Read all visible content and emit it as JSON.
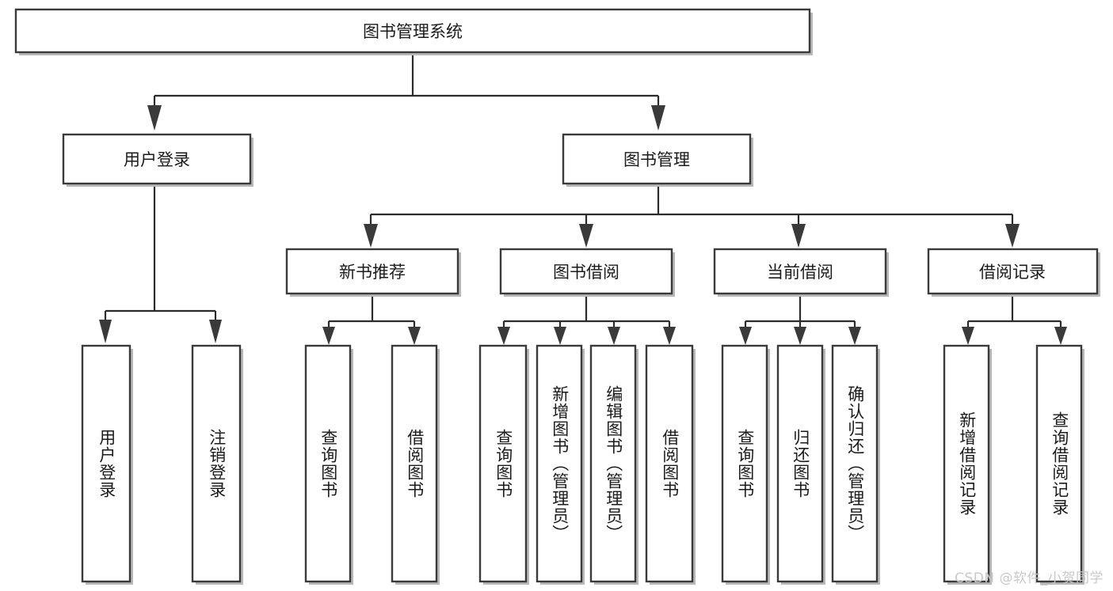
{
  "diagram": {
    "type": "tree",
    "orientation": "top-down",
    "root": "图书管理系统",
    "colors": {
      "box_fill": "#ffffff",
      "box_stroke": "#3a3a3a",
      "connector": "#2b2b2b",
      "text": "#1b1b1b",
      "watermark": "#c9c9c9",
      "background": "#ffffff"
    },
    "levels": [
      {
        "level": 0,
        "nodes": [
          {
            "id": "root",
            "label": "图书管理系统",
            "orientation": "horizontal"
          }
        ]
      },
      {
        "level": 1,
        "nodes": [
          {
            "id": "login",
            "label": "用户登录",
            "orientation": "horizontal",
            "parent": "root"
          },
          {
            "id": "bookmgmt",
            "label": "图书管理",
            "orientation": "horizontal",
            "parent": "root"
          }
        ]
      },
      {
        "level": 2,
        "nodes": [
          {
            "id": "newbook",
            "label": "新书推荐",
            "orientation": "horizontal",
            "parent": "bookmgmt"
          },
          {
            "id": "borrow",
            "label": "图书借阅",
            "orientation": "horizontal",
            "parent": "bookmgmt"
          },
          {
            "id": "current",
            "label": "当前借阅",
            "orientation": "horizontal",
            "parent": "bookmgmt"
          },
          {
            "id": "records",
            "label": "借阅记录",
            "orientation": "horizontal",
            "parent": "bookmgmt"
          }
        ]
      },
      {
        "level": 3,
        "nodes": [
          {
            "id": "leaf1",
            "label": "用户登录",
            "orientation": "vertical",
            "parent": "login"
          },
          {
            "id": "leaf2",
            "label": "注销登录",
            "orientation": "vertical",
            "parent": "login"
          },
          {
            "id": "leaf3",
            "label": "查询图书",
            "orientation": "vertical",
            "parent": "newbook"
          },
          {
            "id": "leaf4",
            "label": "借阅图书",
            "orientation": "vertical",
            "parent": "newbook"
          },
          {
            "id": "leaf5",
            "label": "查询图书",
            "orientation": "vertical",
            "parent": "borrow"
          },
          {
            "id": "leaf6",
            "label": "新增图书（管理员）",
            "orientation": "vertical",
            "parent": "borrow"
          },
          {
            "id": "leaf7",
            "label": "编辑图书（管理员）",
            "orientation": "vertical",
            "parent": "borrow"
          },
          {
            "id": "leaf8",
            "label": "借阅图书",
            "orientation": "vertical",
            "parent": "borrow"
          },
          {
            "id": "leaf9",
            "label": "查询图书",
            "orientation": "vertical",
            "parent": "current"
          },
          {
            "id": "leaf10",
            "label": "归还图书",
            "orientation": "vertical",
            "parent": "current"
          },
          {
            "id": "leaf11",
            "label": "确认归还（管理员）",
            "orientation": "vertical",
            "parent": "current"
          },
          {
            "id": "leaf12",
            "label": "新增借阅记录",
            "orientation": "vertical",
            "parent": "records"
          },
          {
            "id": "leaf13",
            "label": "查询借阅记录",
            "orientation": "vertical",
            "parent": "records"
          }
        ]
      }
    ]
  },
  "watermark": {
    "text": "CSDN @软件_小贺同学"
  }
}
